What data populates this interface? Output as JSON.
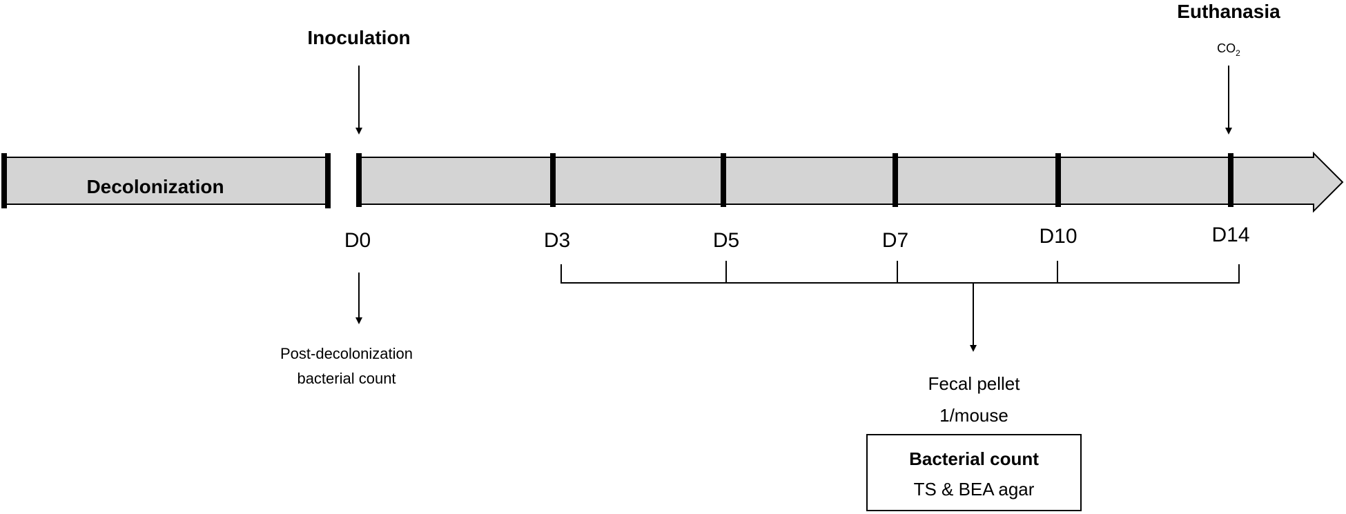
{
  "diagram": {
    "decolonization_label": "Decolonization",
    "inoculation_label": "Inoculation",
    "euthanasia_label": "Euthanasia",
    "euthanasia_method": "CO",
    "euthanasia_method_subscript": "2",
    "days": [
      "D0",
      "D3",
      "D5",
      "D7",
      "D10",
      "D14"
    ],
    "post_decol_line1": "Post-decolonization",
    "post_decol_line2": "bacterial count",
    "fecal_line1": "Fecal pellet",
    "fecal_line2": "1/mouse",
    "box_title": "Bacterial count",
    "box_subtitle": "TS & BEA agar"
  },
  "colors": {
    "bar_fill": "#d4d4d4",
    "line": "#000000",
    "text": "#000000"
  }
}
